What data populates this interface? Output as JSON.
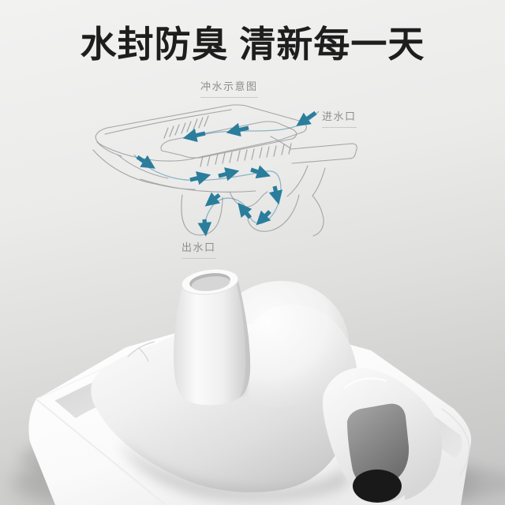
{
  "header": {
    "title": "水封防臭 清新每一天"
  },
  "diagram": {
    "caption": "冲水示意图",
    "inlet_label": "进水口",
    "outlet_label": "出水口"
  },
  "colors": {
    "background_top": "#f2f2f1",
    "background_bottom": "#c4c4c4",
    "title_text": "#1e1e1e",
    "label_text": "#8b8d8e",
    "underline": "#c9cbcc",
    "diagram_line": "#a3a5a6",
    "flow_arrow": "#2b7d9c",
    "ceramic_white": "#ffffff",
    "outlet_hole": "#191919"
  }
}
